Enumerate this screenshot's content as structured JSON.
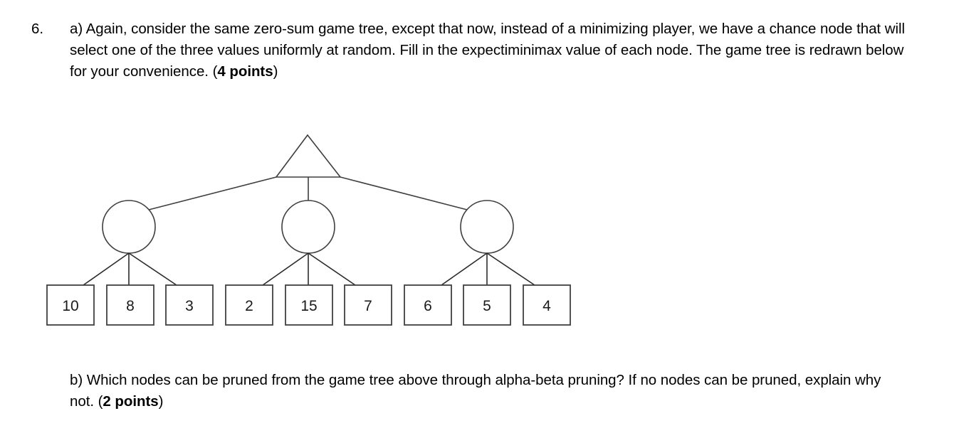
{
  "document": {
    "question_number": "6.",
    "part_a": {
      "text_before_bold": "a) Again, consider the same zero-sum game tree, except that now, instead of a minimizing player, we have a chance node that will select one of the three values uniformly at random. Fill in the expectiminimax value of each node. The game tree is redrawn below for your convenience. (",
      "points_bold": "4 points",
      "text_after_bold": ")"
    },
    "part_b": {
      "text_before_bold": "b) Which nodes can be pruned from the game tree above through alpha-beta pruning? If no nodes can be pruned, explain why not. (",
      "points_bold": "2 points",
      "text_after_bold": ")"
    }
  },
  "tree": {
    "root": {
      "shape": "triangle",
      "label": "",
      "description": "maximizing player node"
    },
    "chance_nodes": [
      {
        "shape": "circle",
        "label": "",
        "children": [
          "10",
          "8",
          "3"
        ]
      },
      {
        "shape": "circle",
        "label": "",
        "children": [
          "2",
          "15",
          "7"
        ]
      },
      {
        "shape": "circle",
        "label": "",
        "children": [
          "6",
          "5",
          "4"
        ]
      }
    ],
    "leaves": [
      "10",
      "8",
      "3",
      "2",
      "15",
      "7",
      "6",
      "5",
      "4"
    ],
    "colors": {
      "stroke": "#3f3f3f",
      "leaf_border": "#404040",
      "text": "#1a1a1a",
      "background": "#ffffff"
    }
  }
}
